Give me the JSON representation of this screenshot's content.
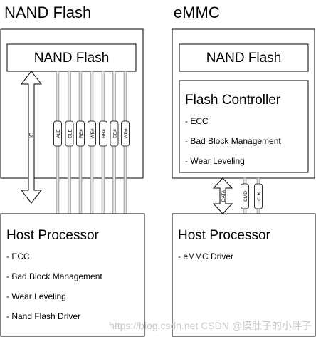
{
  "nand_section": {
    "title": "NAND Flash",
    "chip_label": "NAND Flash",
    "io_label": "IO",
    "signals": [
      "ALE",
      "CLE",
      "RE#",
      "WE#",
      "RB#",
      "CE#",
      "WP#"
    ],
    "host": {
      "title": "Host Processor",
      "items": [
        "- ECC",
        "- Bad Block Management",
        "- Wear Leveling",
        "- Nand Flash Driver"
      ]
    }
  },
  "emmc_section": {
    "title": "eMMC",
    "chip_label": "NAND Flash",
    "controller": {
      "title": "Flash Controller",
      "items": [
        "- ECC",
        "- Bad Block Management",
        "- Wear Leveling"
      ]
    },
    "data_label": "DATA",
    "signals": [
      "CMD",
      "CLK"
    ],
    "host": {
      "title": "Host Processor",
      "items": [
        "- eMMC Driver"
      ]
    }
  },
  "watermark": "https://blog.csdn.net  CSDN @摸肚子的小胖子"
}
